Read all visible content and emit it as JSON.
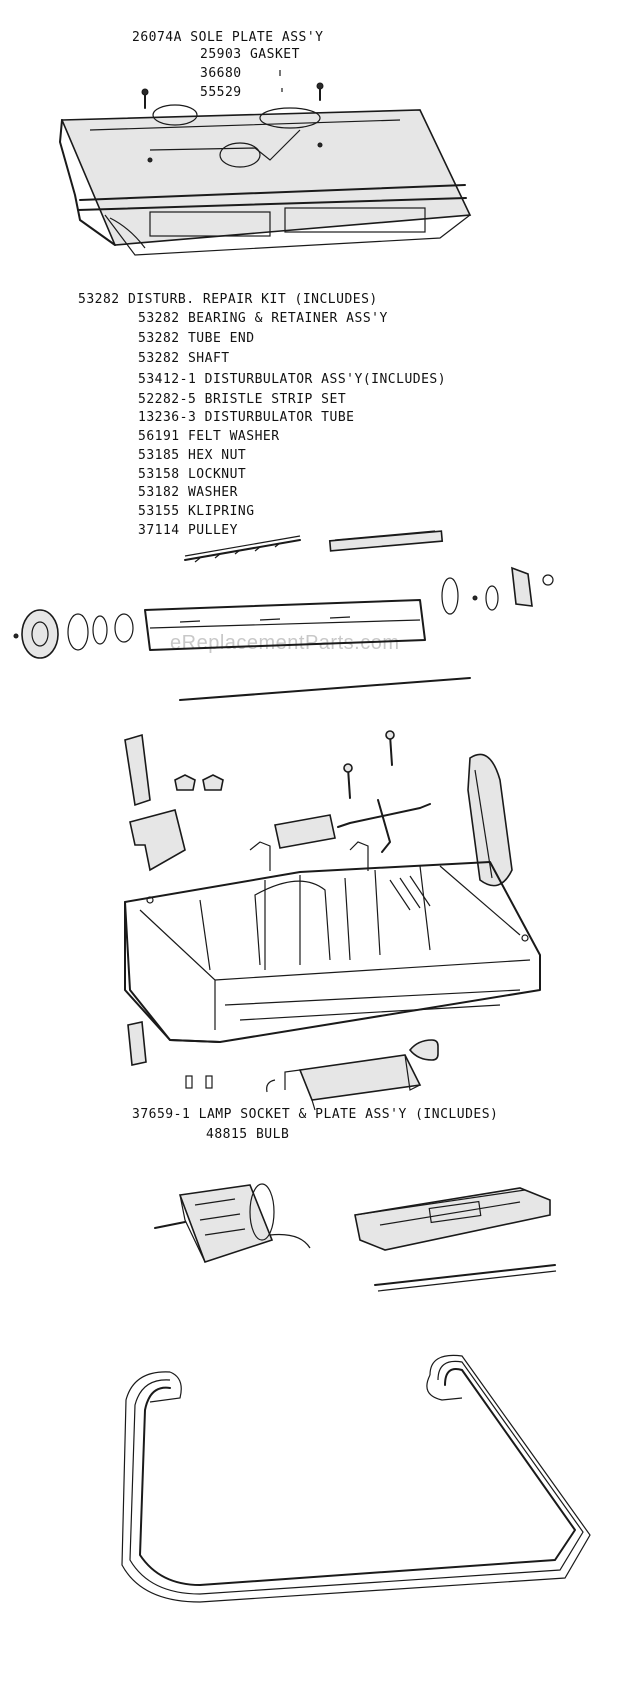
{
  "watermark": "eReplacementParts.com",
  "sole_plate": {
    "main": "26074A SOLE PLATE ASS'Y",
    "sub": [
      "25903 GASKET",
      "36680",
      "55529"
    ]
  },
  "repair_kit": {
    "main": "53282 DISTURB. REPAIR KIT (INCLUDES)",
    "sub": [
      "53282 BEARING & RETAINER ASS'Y",
      "53282 TUBE END",
      "53282 SHAFT",
      "53412-1  DISTURBULATOR ASS'Y(INCLUDES)",
      "52282-5 BRISTLE STRIP SET",
      "13236-3 DISTURBULATOR TUBE",
      "56191 FELT WASHER",
      "53185 HEX NUT",
      "53158 LOCKNUT",
      "53182 WASHER",
      "53155 KLIPRING",
      "37114 PULLEY"
    ]
  },
  "lamp_socket": {
    "main": "37659-1 LAMP SOCKET & PLATE ASS'Y (INCLUDES)",
    "sub": [
      "48815 BULB"
    ]
  }
}
